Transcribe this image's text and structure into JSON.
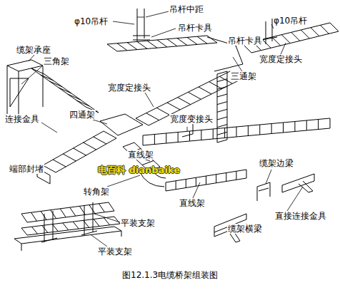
{
  "diagram": {
    "caption": "图12.1.3电缆桥架组装图",
    "labels": [
      "φ10吊杆",
      "吊杆中距",
      "吊杆卡具",
      "φ10吊杆",
      "吊杆卡具",
      "缆架承座",
      "三角架",
      "三通架",
      "宽度定接头",
      "宽度定接头",
      "连接金具",
      "四通架",
      "宽度变接头",
      "直线架",
      "端部封堵",
      "电百科 dianbaike",
      "转角架",
      "直线架",
      "缆架边梁",
      "直接连接金具",
      "缆架横梁",
      "平装支架",
      "平装支架"
    ]
  }
}
